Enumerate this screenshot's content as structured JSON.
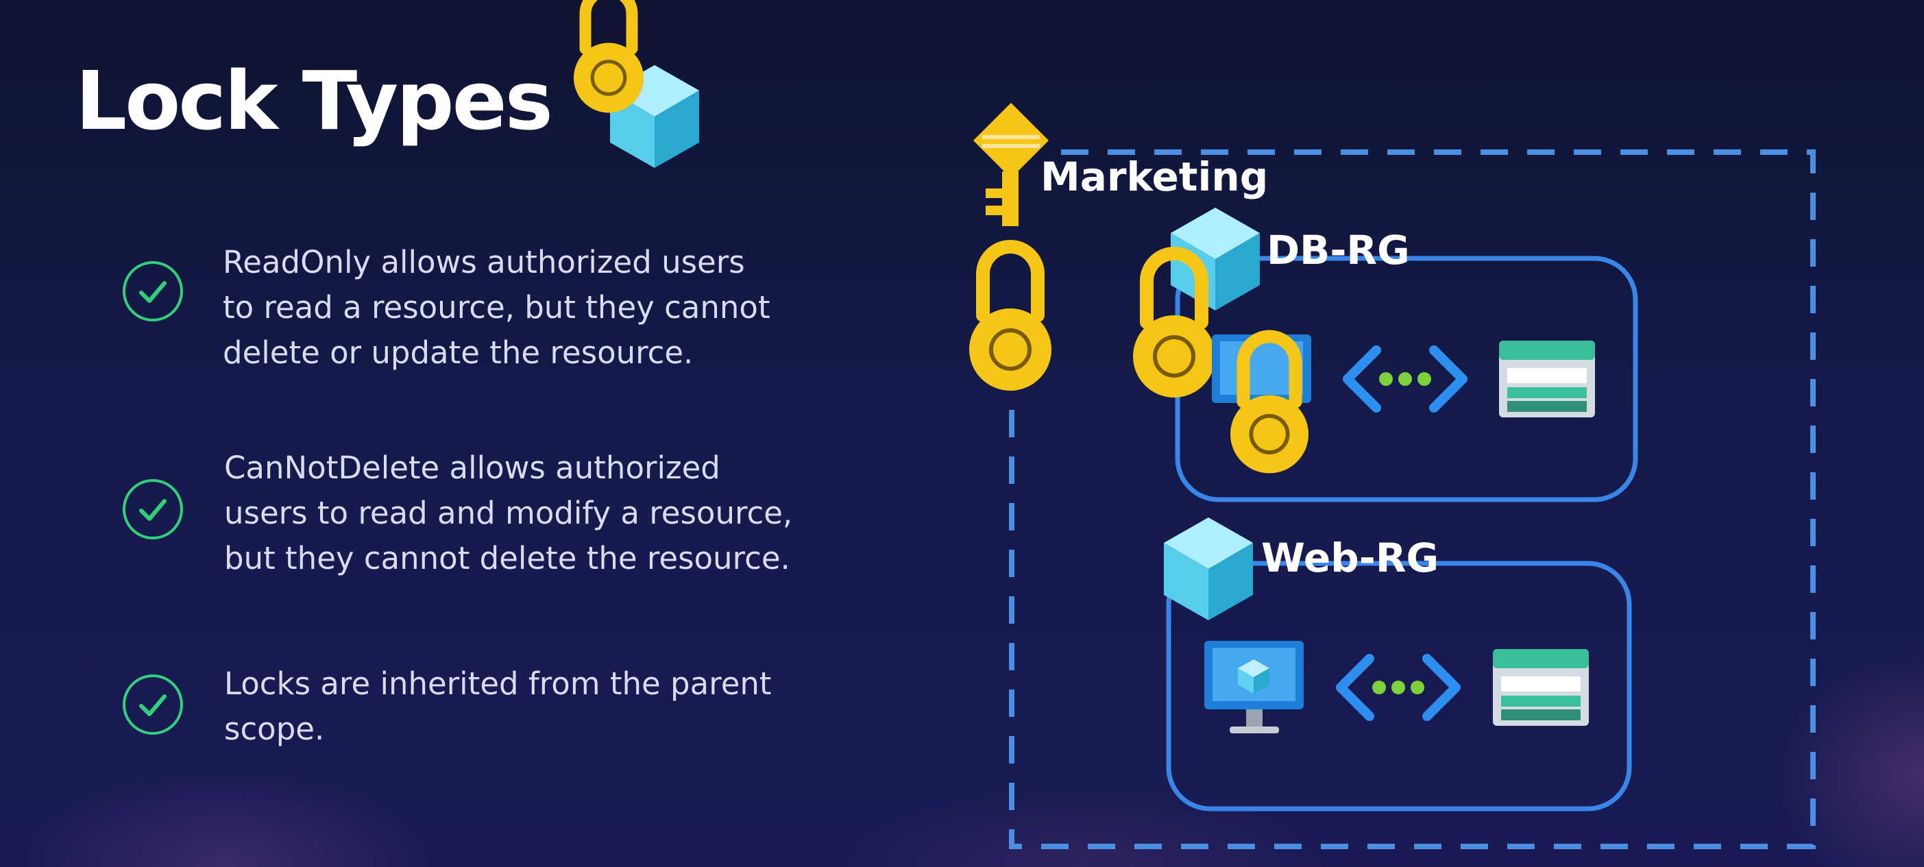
{
  "slide": {
    "title": "Lock Types",
    "bullets": [
      {
        "text": "ReadOnly allows authorized users\nto read a resource, but they cannot\ndelete or update the resource.",
        "icon": "check-circle-icon"
      },
      {
        "text": "CanNotDelete allows authorized\nusers to read and modify a resource,\nbut they cannot delete the resource.",
        "icon": "check-circle-icon"
      },
      {
        "text": "Locks are inherited from the parent\nscope.",
        "icon": "check-circle-icon"
      }
    ]
  },
  "diagram": {
    "subscription_label": "Marketing",
    "groups": [
      {
        "label": "DB-RG",
        "locked": true
      },
      {
        "label": "Web-RG",
        "locked": false
      }
    ]
  },
  "colors": {
    "accent_green": "#2fd17b",
    "lock_yellow": "#f5c518",
    "dash_blue": "#4a8fe0",
    "cube_cyan": "#5fd3f0",
    "bg_navy": "#141a4a"
  }
}
